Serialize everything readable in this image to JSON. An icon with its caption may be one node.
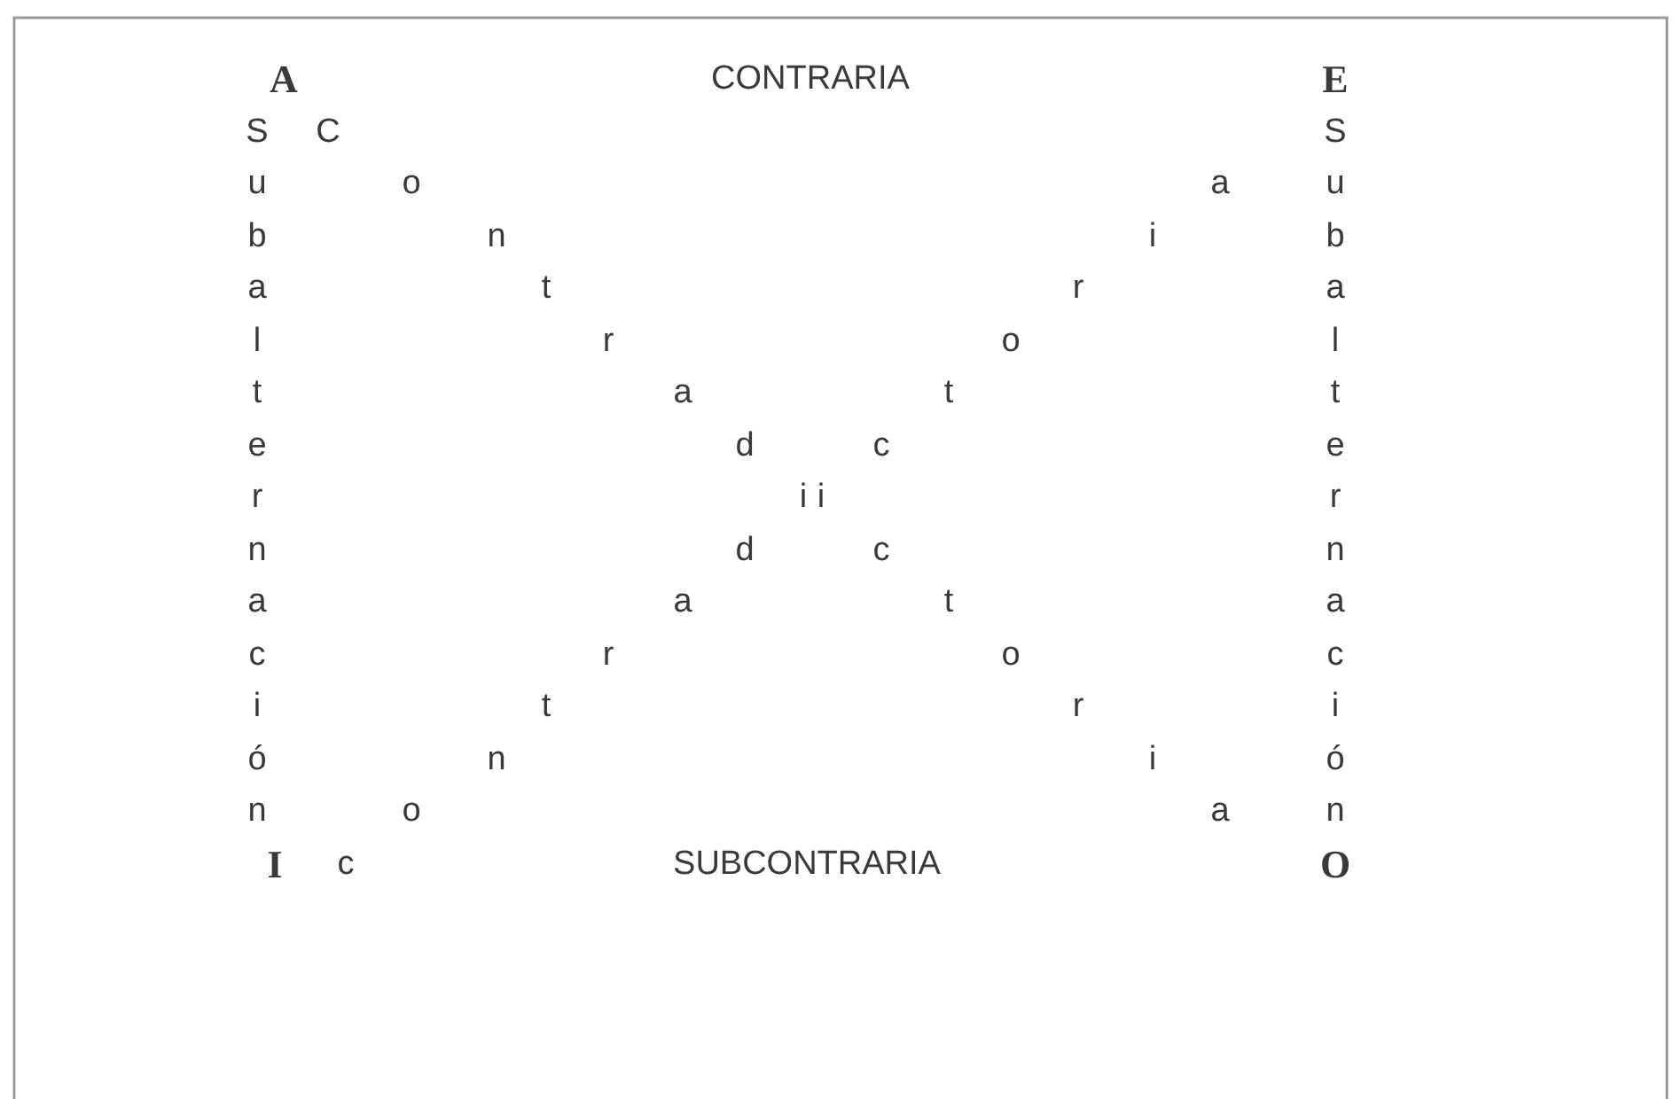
{
  "diagram": {
    "labels": [
      "A",
      "CONTRARIA",
      "E",
      "Subalternación",
      "Contradictoria",
      "contradictoria",
      "Subalternación",
      "I",
      "SUBCONTRARIA",
      "O"
    ]
  }
}
